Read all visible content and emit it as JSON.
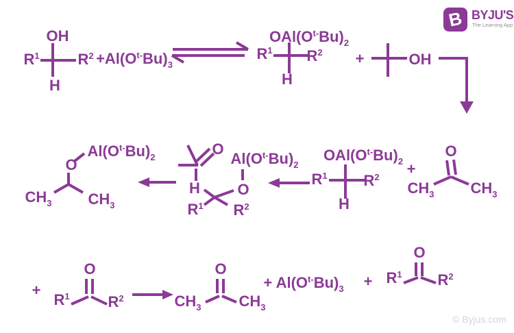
{
  "page": {
    "background": "#ffffff",
    "accent": "#8b3a96"
  },
  "logo": {
    "badge_letter": "B",
    "brand": "BYJU'S",
    "tagline": "The Learning App"
  },
  "footer": {
    "copyright": "© Byjus.com"
  },
  "formulas": {
    "oh": [
      {
        "t": "OH"
      }
    ],
    "o": [
      {
        "t": "O"
      }
    ],
    "h": [
      {
        "t": "H"
      }
    ],
    "plus": [
      {
        "t": "+"
      }
    ],
    "r1": [
      {
        "t": "R"
      },
      {
        "t": "1",
        "s": "u"
      }
    ],
    "r2": [
      {
        "t": "R"
      },
      {
        "t": "2",
        "s": "u"
      }
    ],
    "ch3": [
      {
        "t": "CH"
      },
      {
        "t": "3",
        "s": "d"
      }
    ],
    "plus_al_otbu3_tight": [
      {
        "t": "+Al(O"
      },
      {
        "t": "t-",
        "s": "u"
      },
      {
        "t": "Bu)"
      },
      {
        "t": "3",
        "s": "d"
      }
    ],
    "plus_al_otbu3": [
      {
        "t": "+ Al(O"
      },
      {
        "t": "t-",
        "s": "u"
      },
      {
        "t": "Bu)"
      },
      {
        "t": "3",
        "s": "d"
      }
    ],
    "oal_otbu2": [
      {
        "t": "OAl(O"
      },
      {
        "t": "t-",
        "s": "u"
      },
      {
        "t": "Bu)"
      },
      {
        "t": "2",
        "s": "d"
      }
    ],
    "al_otbu2": [
      {
        "t": "Al(O"
      },
      {
        "t": "t-",
        "s": "u"
      },
      {
        "t": "Bu)"
      },
      {
        "t": "2",
        "s": "d"
      }
    ]
  }
}
